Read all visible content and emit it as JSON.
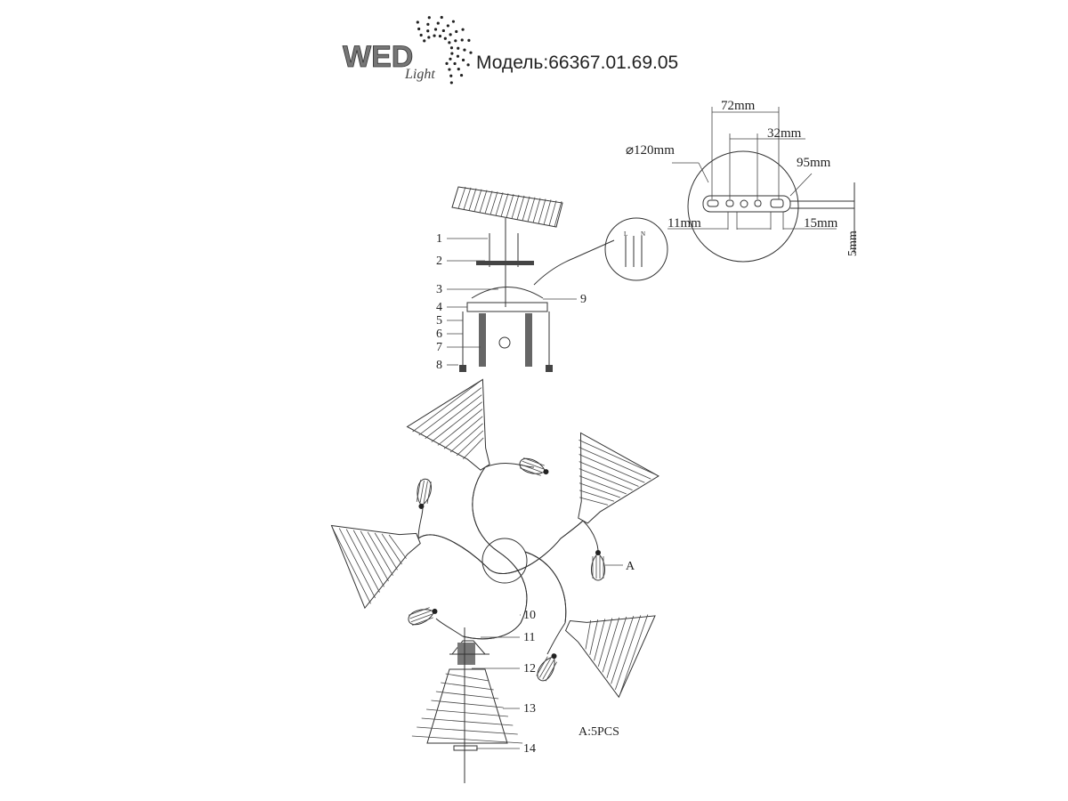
{
  "header": {
    "logo_text": "WED Light",
    "model_label": "Модель:66367.01.69.05"
  },
  "mounting_detail": {
    "diameter": "⌀120mm",
    "dim_72": "72mm",
    "dim_32": "32mm",
    "dim_95": "95mm",
    "dim_11": "11mm",
    "dim_15": "15mm",
    "dim_5": "5mm"
  },
  "wiring_terminal": {
    "left": "L",
    "right": "N"
  },
  "part_labels": [
    "1",
    "2",
    "3",
    "4",
    "5",
    "6",
    "7",
    "8",
    "9",
    "10",
    "11",
    "12",
    "13",
    "14"
  ],
  "bulb_callout": "A",
  "note": "A:5PCS",
  "colors": {
    "line": "#333333",
    "background": "#ffffff"
  }
}
